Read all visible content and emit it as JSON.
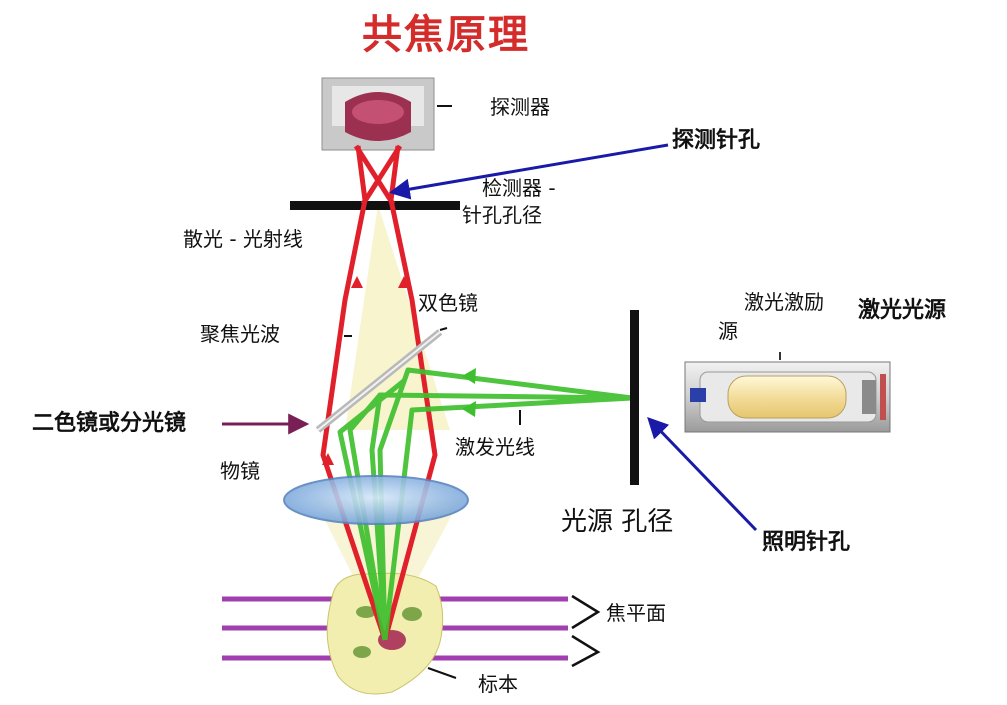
{
  "title": "共焦原理",
  "labels": {
    "detector": "探测器",
    "detection_pinhole": "探测针孔",
    "detector_pinhole_aperture": [
      "检测器 -",
      "针孔孔径"
    ],
    "scattered_rays": "散光 - 光射线",
    "dichroic_mirror_short": "双色镜",
    "focused_light_wave": "聚焦光波",
    "laser_excitation_source": [
      "激光激励",
      "源"
    ],
    "laser_source": "激光光源",
    "dichroic_or_beamsplitter": "二色镜或分光镜",
    "excitation_rays": "激发光线",
    "objective": "物镜",
    "source_aperture": "光源 孔径",
    "illumination_pinhole": "照明针孔",
    "focal_plane": "焦平面",
    "specimen": "标本"
  },
  "colors": {
    "title": "#d42b2b",
    "emission_ray": "#e0202a",
    "excitation_ray": "#3fbf2f",
    "pointer_arrow": "#1a1aa8",
    "dichroic_arrow": "#7a1f55",
    "focal_plane_line": "#a23fb0",
    "pinhole_plate": "#111111",
    "cone_fill": "#f6f2c6",
    "lens_fill": "#8ab4e0"
  },
  "icons": [
    "detector-icon",
    "laser-source-icon",
    "objective-lens-icon",
    "specimen-cell-icon",
    "dichroic-mirror-icon"
  ]
}
